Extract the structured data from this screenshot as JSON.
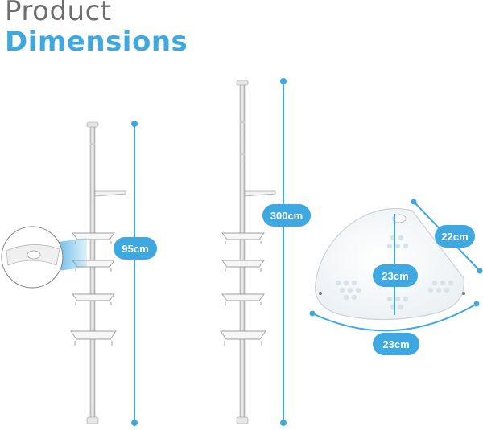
{
  "heading": {
    "line1": "Product",
    "line2": "Dimensions"
  },
  "dimensions": {
    "short_height": "95cm",
    "tall_height": "300cm",
    "tray_depth": "23cm",
    "tray_side": "22cm",
    "tray_width": "23cm"
  },
  "colors": {
    "accent": "#3ea8e3",
    "heading_gray": "#6e6e6e"
  }
}
